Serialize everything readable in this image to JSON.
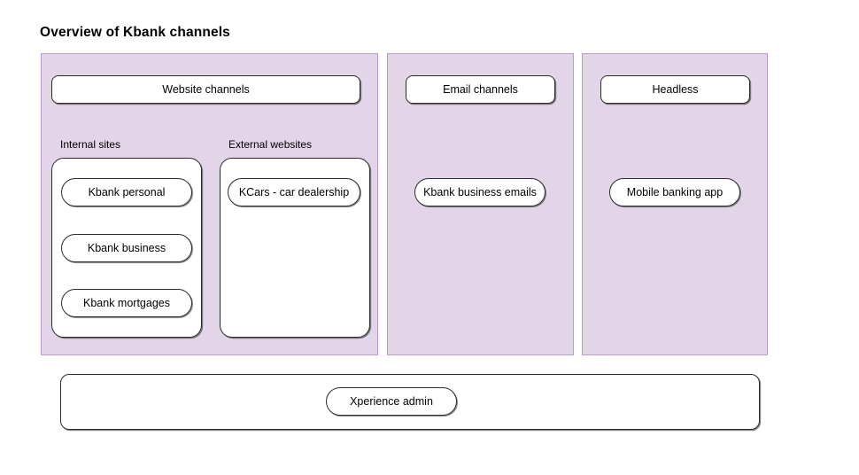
{
  "page": {
    "title": "Overview of Kbank channels",
    "background_color": "#ffffff"
  },
  "colors": {
    "panel_fill": "#e1d5e7",
    "panel_stroke": "#b99cc9",
    "node_fill": "#ffffff",
    "node_stroke": "#2b2b2b",
    "text": "#000000"
  },
  "panels": [
    {
      "id": "website",
      "header_label": "Website channels",
      "groups": [
        {
          "id": "internal",
          "caption": "Internal sites",
          "nodes": [
            {
              "id": "kbank-personal",
              "label": "Kbank personal"
            },
            {
              "id": "kbank-business",
              "label": "Kbank business"
            },
            {
              "id": "kbank-mortgages",
              "label": "Kbank mortgages"
            }
          ]
        },
        {
          "id": "external",
          "caption": "External websites",
          "nodes": [
            {
              "id": "kcars",
              "label": "KCars - car dealership"
            }
          ]
        }
      ]
    },
    {
      "id": "email",
      "header_label": "Email channels",
      "nodes": [
        {
          "id": "kbank-business-emails",
          "label": "Kbank business emails"
        }
      ]
    },
    {
      "id": "headless",
      "header_label": "Headless",
      "nodes": [
        {
          "id": "mobile-banking-app",
          "label": "Mobile banking app"
        }
      ]
    }
  ],
  "admin_panel": {
    "node_label": "Xperience admin"
  }
}
